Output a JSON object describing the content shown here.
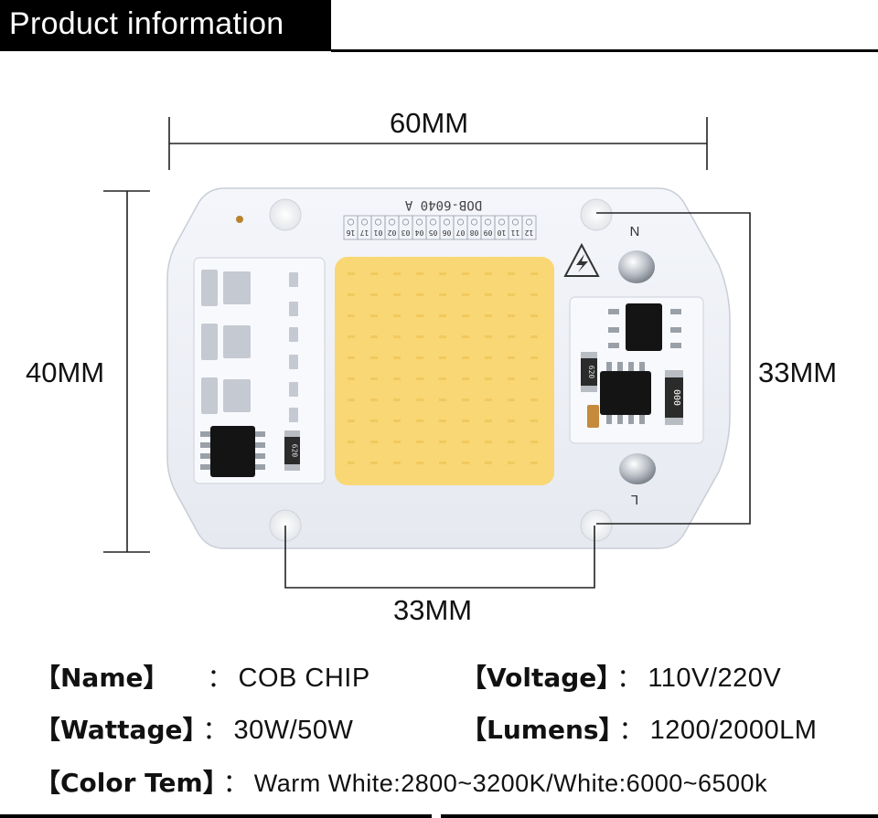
{
  "header": {
    "title": "Product information"
  },
  "dimensions": {
    "width": "60MM",
    "height": "40MM",
    "hole_vertical": "33MM",
    "hole_horizontal": "33MM"
  },
  "board": {
    "model": "DOB-6040  A",
    "pad_numbers": [
      "16",
      "17",
      "01",
      "02",
      "03",
      "04",
      "05",
      "06",
      "07",
      "08",
      "09",
      "10",
      "11",
      "12"
    ],
    "terminal_n": "N",
    "terminal_l": "L",
    "resistor_a": "620",
    "resistor_b": "620",
    "resistor_c": "000",
    "colors": {
      "substrate": "#eef1f7",
      "phosphor": "#f9d774",
      "ic": "#141414"
    }
  },
  "specs": {
    "name": {
      "label": "【Name】",
      "value": "COB CHIP"
    },
    "voltage": {
      "label": "【Voltage】",
      "value": "110V/220V"
    },
    "wattage": {
      "label": "【Wattage】",
      "value": "30W/50W"
    },
    "lumens": {
      "label": "【Lumens】",
      "value": "1200/2000LM"
    },
    "color_tem": {
      "label": "【Color Tem】",
      "value": "Warm White:2800~3200K/White:6000~6500k"
    },
    "colon": "："
  }
}
